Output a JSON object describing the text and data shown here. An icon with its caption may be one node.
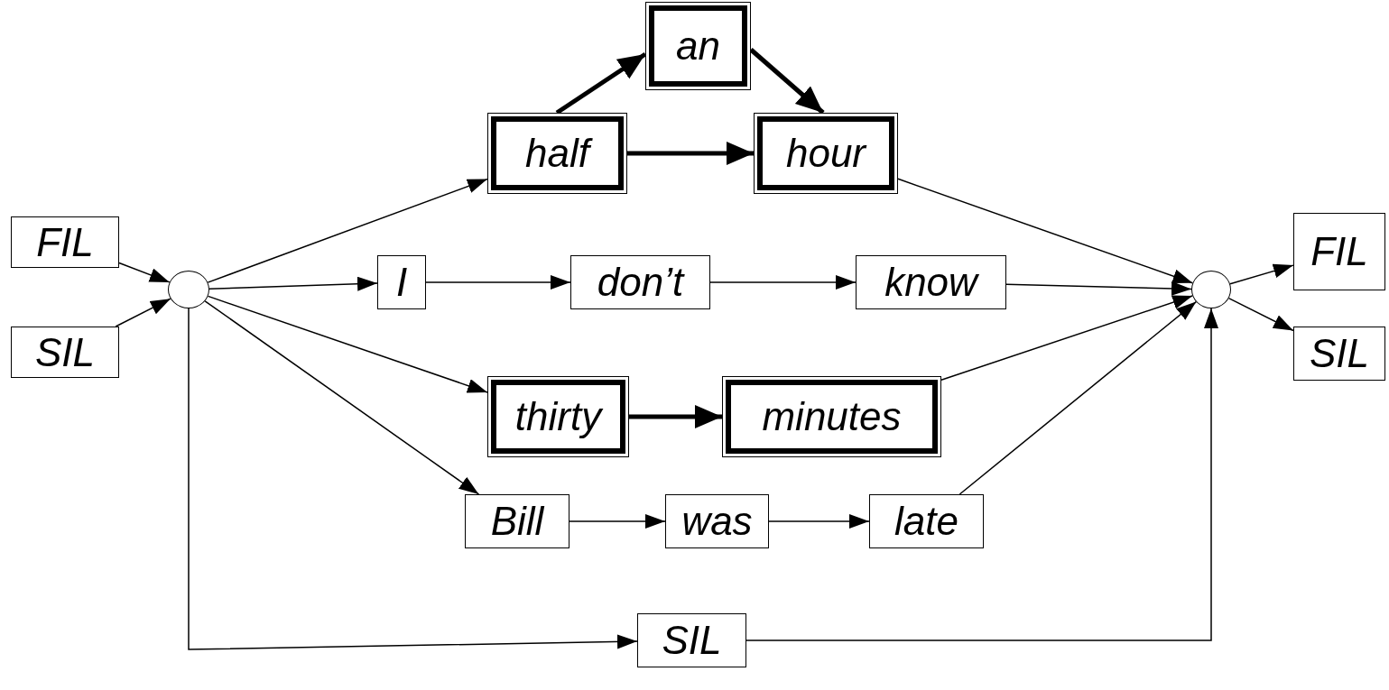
{
  "diagram": {
    "nodes": [
      {
        "text": [
          "FIL"
        ]
      },
      {
        "text": [
          "SIL"
        ]
      },
      {
        "text": [],
        "shape": "circle"
      },
      {
        "text": [
          "half"
        ]
      },
      {
        "text": [
          "an"
        ]
      },
      {
        "text": [
          "hour"
        ]
      },
      {
        "text": [
          "I"
        ]
      },
      {
        "text": [
          "don’t"
        ]
      },
      {
        "text": [
          "know"
        ]
      },
      {
        "text": [
          "thirty"
        ]
      },
      {
        "text": [
          "minutes"
        ]
      },
      {
        "text": [
          "Bill"
        ]
      },
      {
        "text": [
          "was"
        ]
      },
      {
        "text": [
          "late"
        ]
      },
      {
        "text": [
          "SIL"
        ]
      },
      {
        "text": [],
        "shape": "circle"
      },
      {
        "text": [
          "FIL"
        ]
      },
      {
        "text": [
          "SIL"
        ]
      }
    ],
    "edges": [
      {
        "from": 0,
        "to": 2,
        "arrow": "to"
      },
      {
        "from": 1,
        "to": 2,
        "arrow": "to"
      },
      {
        "from": 2,
        "to": 3,
        "arrow": "to"
      },
      {
        "from": 2,
        "to": 6,
        "arrow": "to"
      },
      {
        "from": 2,
        "to": 9,
        "arrow": "to"
      },
      {
        "from": 2,
        "to": 11,
        "arrow": "to"
      },
      {
        "from": 2,
        "to": 14,
        "arrow": "to"
      },
      {
        "from": 3,
        "to": 4,
        "arrow": "to",
        "style": "thick"
      },
      {
        "from": 4,
        "to": 5,
        "arrow": "to",
        "style": "thick"
      },
      {
        "from": 3,
        "to": 5,
        "arrow": "to",
        "style": "thick"
      },
      {
        "from": 6,
        "to": 7,
        "arrow": "to"
      },
      {
        "from": 7,
        "to": 8,
        "arrow": "to"
      },
      {
        "from": 9,
        "to": 10,
        "arrow": "to",
        "style": "thick"
      },
      {
        "from": 11,
        "to": 12,
        "arrow": "to"
      },
      {
        "from": 12,
        "to": 13,
        "arrow": "to"
      },
      {
        "from": 5,
        "to": 15,
        "arrow": "to"
      },
      {
        "from": 8,
        "to": 15,
        "arrow": "to"
      },
      {
        "from": 10,
        "to": 15,
        "arrow": "to"
      },
      {
        "from": 13,
        "to": 15,
        "arrow": "to"
      },
      {
        "from": 14,
        "to": 15,
        "arrow": "to"
      },
      {
        "from": 15,
        "to": 16,
        "arrow": "to"
      },
      {
        "from": 15,
        "to": 17,
        "arrow": "to"
      }
    ]
  }
}
